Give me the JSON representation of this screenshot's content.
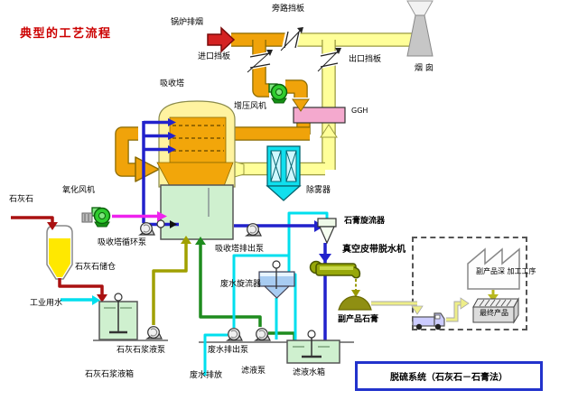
{
  "title": "典型的工艺流程",
  "labels": {
    "boiler_gas": "锅炉排烟",
    "bypass_damper": "旁路挡板",
    "inlet_damper": "进口挡板",
    "outlet_damper": "出口挡板",
    "stack": "烟 囱",
    "absorber": "吸收塔",
    "booster_fan": "增压风机",
    "ggh": "GGH",
    "demister": "除雾器",
    "oxidation_fan": "氧化风机",
    "limestone": "石灰石",
    "circulation_pump": "吸收塔循环泵",
    "limestone_silo": "石灰石储仓",
    "industrial_water": "工业用水",
    "slurry_pump": "石灰石浆液泵",
    "slurry_tank": "石灰石浆液箱",
    "discharge_pump": "吸收塔排出泵",
    "waste_cyclone": "废水旋流器",
    "gypsum_cyclone": "石膏旋流器",
    "vacuum_belt": "真空皮带脱水机",
    "byproduct_gypsum": "副产品石膏",
    "wastewater_pump": "废水排出泵",
    "wastewater_discharge": "废水排放",
    "filtrate_pump": "滤液泵",
    "filtrate_tank": "滤液水箱",
    "processing": "副产品深 加工工序",
    "final_product": "最终产品",
    "system": "脱硫系统（石灰石－石膏法）"
  },
  "colors": {
    "title_red": "#cc0000",
    "duct_orange": "#f0a30a",
    "duct_pale_yellow": "#ffff99",
    "ggh_pink": "#f4a9ce",
    "demister_cyan": "#10dfee",
    "tank_green": "#cff0cf",
    "silo_yellow": "#ffe800",
    "fan_green": "#2ecc2e",
    "pipe_blue": "#2222cc",
    "pipe_cyan": "#00dfee",
    "pipe_magenta": "#ee22ee",
    "pipe_dark_red": "#aa1111",
    "pipe_olive": "#a0a000",
    "pipe_green": "#1e8c1e",
    "belt_olive": "#97a80a",
    "system_box_border": "#2233cc"
  }
}
